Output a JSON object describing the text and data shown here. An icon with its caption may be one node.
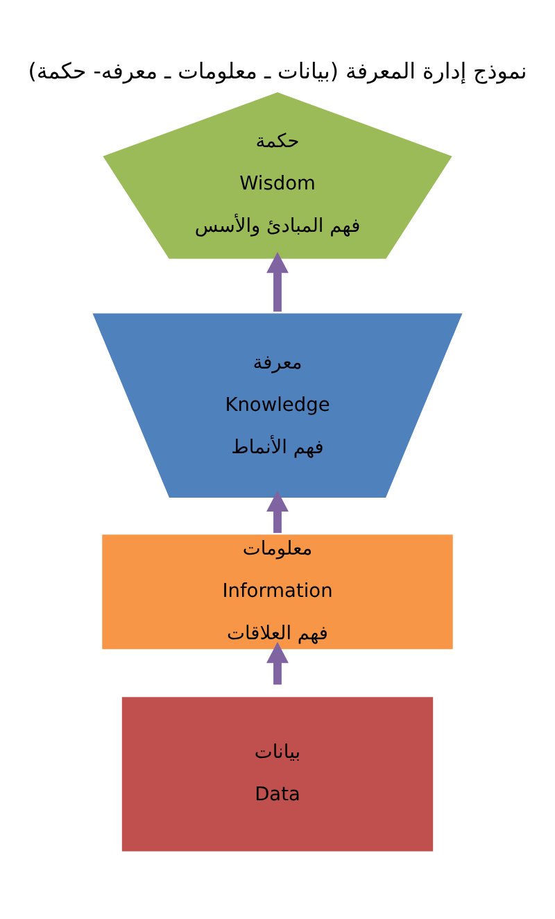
{
  "diagram": {
    "title": "نموذج إدارة المعرفة (بيانات ـ معلومات ـ معرفه- حكمة)",
    "nodes": [
      {
        "text": [
          "حكمة",
          "Wisdom",
          "فهم المبادئ والأسس"
        ]
      },
      {
        "text": [
          "معرفة",
          "Knowledge",
          "فهم الأنماط"
        ]
      },
      {
        "text": [
          "معلومات",
          "Information",
          "فهم العلاقات"
        ]
      },
      {
        "text": [
          "بيانات",
          "Data"
        ]
      }
    ],
    "edges": [
      {
        "from": 3,
        "to": 2,
        "arrow": "to"
      },
      {
        "from": 2,
        "to": 1,
        "arrow": "to"
      },
      {
        "from": 1,
        "to": 0,
        "arrow": "to"
      }
    ]
  }
}
